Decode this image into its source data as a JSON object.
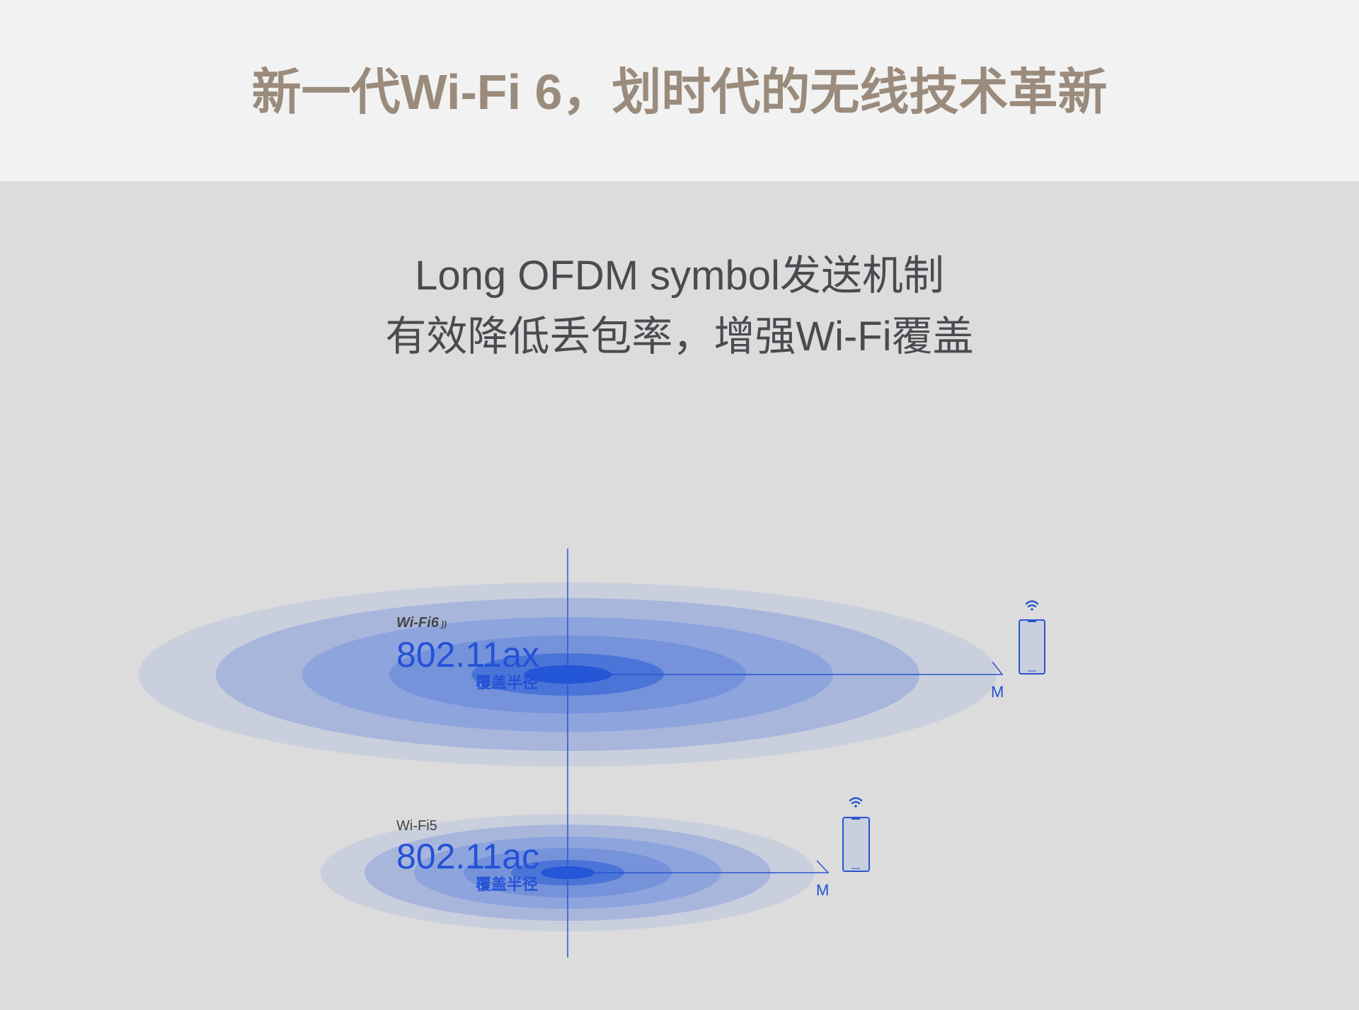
{
  "header": {
    "title": "新一代Wi-Fi 6，划时代的无线技术革新"
  },
  "subtitle": {
    "line1": "Long OFDM symbol发送机制",
    "line2": "有效降低丢包率，增强Wi-Fi覆盖"
  },
  "diagram": {
    "wifi6": {
      "tag": "Wi-Fi6",
      "standard": "802.11ax",
      "radius_label": "覆盖半径",
      "marker": "M"
    },
    "wifi5": {
      "tag": "Wi-Fi5",
      "standard": "802.11ac",
      "radius_label": "覆盖半径",
      "marker": "M"
    }
  },
  "colors": {
    "accent": "#2452d6",
    "title": "#9a8b7c",
    "rings": [
      "#2456d8",
      "#4a74d8",
      "#7592db",
      "#8da4dc",
      "#a8b6dc",
      "#c9cfdd"
    ]
  }
}
